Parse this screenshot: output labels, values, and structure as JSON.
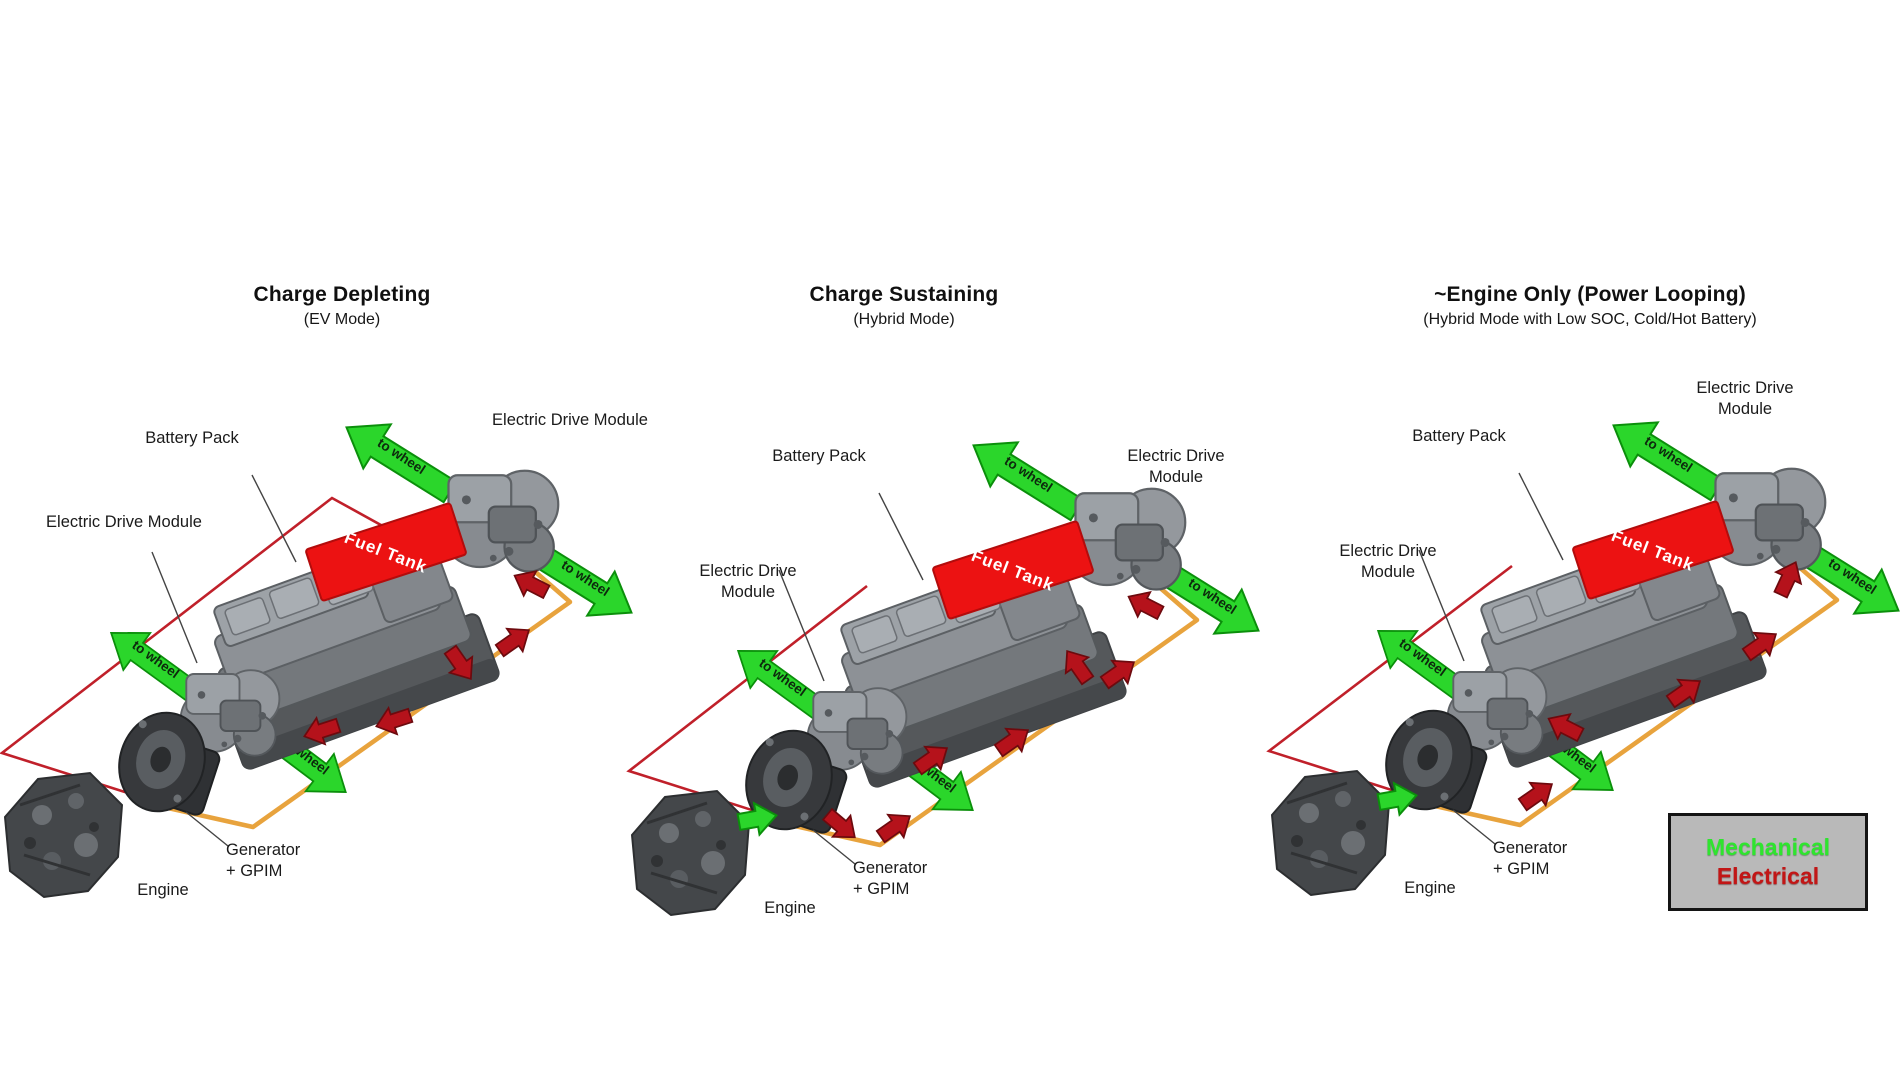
{
  "figure": {
    "panels": [
      {
        "title": "Charge Depleting",
        "subtitle": "(EV Mode)",
        "labels": {
          "battery_pack": "Battery Pack",
          "electric_drive_module_left": "Electric Drive Module",
          "electric_drive_module_right": "Electric Drive Module",
          "fuel_tank": "Fuel Tank",
          "engine": "Engine",
          "generator_line1": "Generator",
          "generator_line2": "+ GPIM",
          "to_wheel": "to wheel"
        }
      },
      {
        "title": "Charge Sustaining",
        "subtitle": "(Hybrid Mode)",
        "labels": {
          "battery_pack": "Battery Pack",
          "electric_drive_module_left": "Electric Drive Module",
          "electric_drive_module_right": "Electric Drive Module",
          "fuel_tank": "Fuel Tank",
          "engine": "Engine",
          "generator_line1": "Generator",
          "generator_line2": "+ GPIM",
          "to_wheel": "to wheel"
        }
      },
      {
        "title": "~Engine Only (Power Looping)",
        "subtitle": "(Hybrid Mode with Low SOC, Cold/Hot Battery)",
        "labels": {
          "battery_pack": "Battery Pack",
          "electric_drive_module_left": "Electric Drive Module",
          "electric_drive_module_right": "Electric Drive Module",
          "fuel_tank": "Fuel Tank",
          "engine": "Engine",
          "generator_line1": "Generator",
          "generator_line2": "+ GPIM",
          "to_wheel": "to wheel"
        }
      }
    ],
    "legend": {
      "mechanical_label": "Mechanical",
      "electrical_label": "Electrical",
      "mechanical_color": "#2ee52e",
      "electrical_color": "#c21616",
      "background": "#b9b9b9"
    },
    "colors": {
      "mechanical_line": "#e8a33d",
      "electrical_line": "#c0202a",
      "power_flow_arrow": "#b5121b",
      "to_wheel_arrow": "#2bd62b",
      "fuel_tank": "#ec1212"
    }
  }
}
